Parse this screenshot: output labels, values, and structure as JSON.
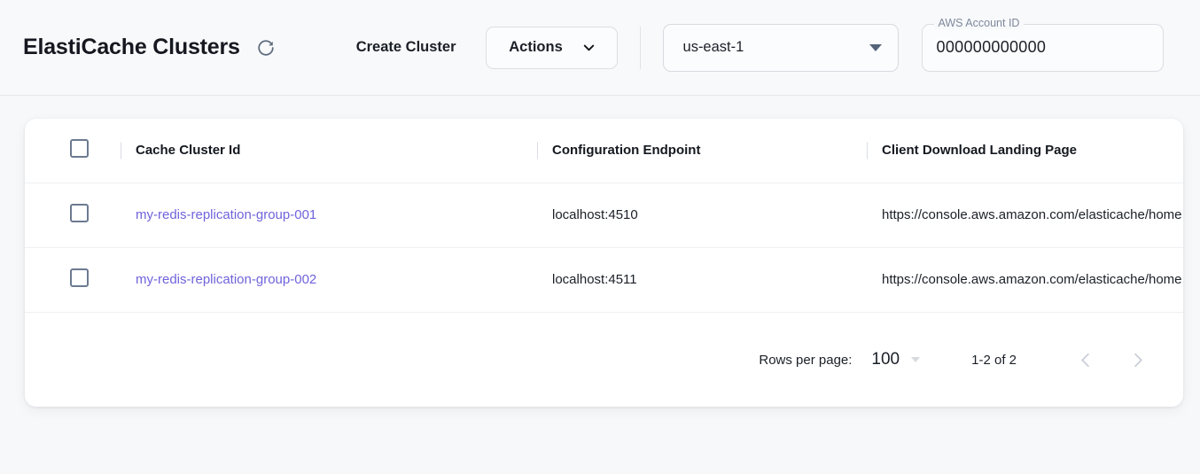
{
  "header": {
    "title": "ElastiCache Clusters",
    "refresh_icon": "refresh-icon",
    "create_cluster_label": "Create Cluster",
    "actions_label": "Actions",
    "actions_chevron_icon": "chevron-down-icon",
    "region": {
      "value": "us-east-1",
      "caret_icon": "triangle-down-icon"
    },
    "account": {
      "legend": "AWS Account ID",
      "value": "000000000000"
    }
  },
  "table": {
    "columns": [
      {
        "key": "check",
        "label": ""
      },
      {
        "key": "id",
        "label": "Cache Cluster Id"
      },
      {
        "key": "endpoint",
        "label": "Configuration Endpoint"
      },
      {
        "key": "url",
        "label": "Client Download Landing Page"
      }
    ],
    "rows": [
      {
        "id": "my-redis-replication-group-001",
        "endpoint": "localhost:4510",
        "url": "https://console.aws.amazon.com/elasticache/home"
      },
      {
        "id": "my-redis-replication-group-002",
        "endpoint": "localhost:4511",
        "url": "https://console.aws.amazon.com/elasticache/home"
      }
    ]
  },
  "pagination": {
    "rows_per_page_label": "Rows per page:",
    "rows_per_page_value": "100",
    "range_label": "1-2 of 2",
    "prev_icon": "chevron-left-icon",
    "next_icon": "chevron-right-icon"
  },
  "colors": {
    "page_background": "#f7f8fa",
    "header_background": "#f8f9fb",
    "card_background": "#ffffff",
    "link": "#6f63dc",
    "text": "#1b1f27",
    "muted": "#7d899b",
    "checkbox_border": "#6b7a90",
    "divider": "#eef0f3"
  }
}
